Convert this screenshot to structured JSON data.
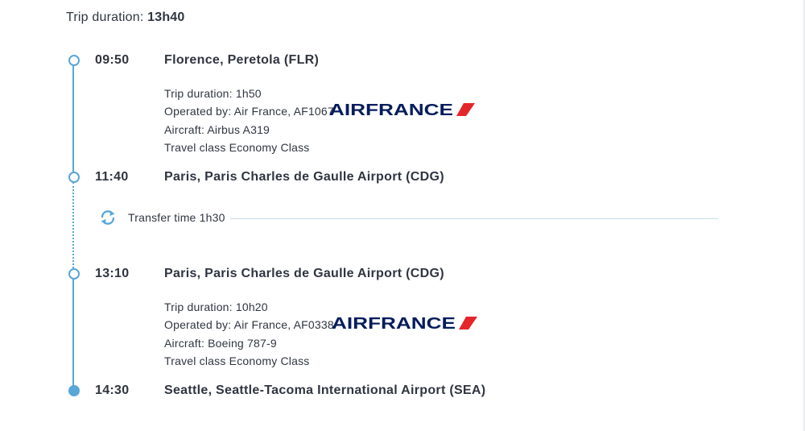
{
  "trip": {
    "label": "Trip duration:",
    "total": "13h40"
  },
  "segments": [
    {
      "depart_time": "09:50",
      "depart_place": "Florence, Peretola (FLR)",
      "duration": "Trip duration: 1h50",
      "operated": "Operated by: Air France, AF1067",
      "aircraft": "Aircraft: Airbus A319",
      "travel_class": "Travel class Economy Class",
      "arrive_time": "11:40",
      "arrive_place": "Paris, Paris Charles de Gaulle Airport (CDG)"
    },
    {
      "depart_time": "13:10",
      "depart_place": "Paris, Paris Charles de Gaulle Airport (CDG)",
      "duration": "Trip duration: 10h20",
      "operated": "Operated by: Air France, AF0338",
      "aircraft": "Aircraft: Boeing 787-9",
      "travel_class": "Travel class Economy Class",
      "arrive_time": "14:30",
      "arrive_place": "Seattle, Seattle-Tacoma International Airport (SEA)"
    }
  ],
  "transfer": {
    "label": "Transfer time 1h30"
  },
  "airline_logo": {
    "text": "AIRFRANCE",
    "brand_color": "#051c5c",
    "stripe_color": "#e4262a"
  },
  "colors": {
    "timeline": "#58a7d6",
    "text": "#2f3540"
  },
  "icons": {
    "transfer": "refresh-icon"
  }
}
